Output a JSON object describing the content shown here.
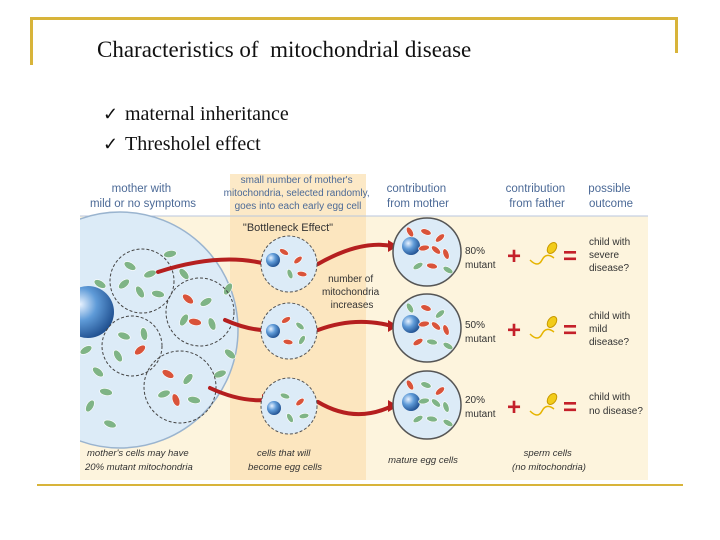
{
  "slide": {
    "title": "Characteristics of  mitochondrial disease",
    "bullets": [
      {
        "icon": "checkmark-icon",
        "text": "maternal inheritance"
      },
      {
        "icon": "checkmark-icon",
        "text": "Thresholel effect"
      }
    ]
  },
  "figure": {
    "headers": {
      "mother": [
        "mother with",
        "mild or no symptoms"
      ],
      "bottleneck": [
        "small number of mother's",
        "mitochondria, selected randomly,",
        "goes into each early egg cell"
      ],
      "bottleneck_label": "\"Bottleneck Effect\"",
      "from_mother": [
        "contribution",
        "from mother"
      ],
      "from_father": [
        "contribution",
        "from father"
      ],
      "outcome": [
        "possible",
        "outcome"
      ]
    },
    "mito_increase": [
      "number of",
      "mitochondria",
      "increases"
    ],
    "rows": [
      {
        "mutant_pct": "80%",
        "mutant_word": "mutant",
        "outcome": [
          "child with",
          "severe",
          "disease?"
        ]
      },
      {
        "mutant_pct": "50%",
        "mutant_word": "mutant",
        "outcome": [
          "child with",
          "mild",
          "disease?"
        ]
      },
      {
        "mutant_pct": "20%",
        "mutant_word": "mutant",
        "outcome": [
          "child with",
          "no disease?"
        ]
      }
    ],
    "captions": {
      "mother_cells": [
        "mother's cells may have",
        "20% mutant mitochondria"
      ],
      "early_cells": [
        "cells that will",
        "become egg cells"
      ],
      "mature": "mature egg cells",
      "sperm": [
        "sperm cells",
        "(no mitochondria)"
      ]
    },
    "symbols": {
      "plus": "+",
      "equals": "="
    },
    "colors": {
      "background": "#fdf4dd",
      "bottleneck_band": "#fbe2b4",
      "cell_fill": "#dcebf7",
      "nucleus": "#3f7fc0",
      "mutant_mito": "#d9533a",
      "normal_mito": "#7fb486",
      "arrow": "#b51f1f",
      "symbol": "#c4202a",
      "sperm": "#f2cc1a",
      "header_text": "#4c6a97"
    }
  }
}
